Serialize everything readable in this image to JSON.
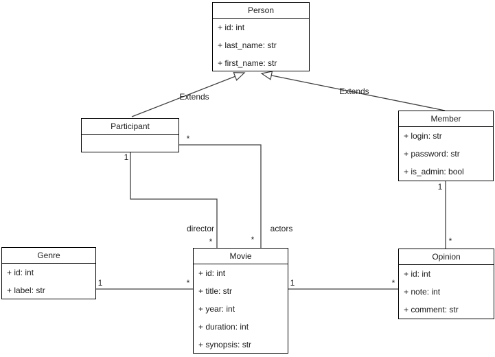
{
  "diagram": {
    "classes": {
      "person": {
        "title": "Person",
        "attributes": [
          "+ id: int",
          "+ last_name: str",
          "+ first_name: str"
        ]
      },
      "participant": {
        "title": "Participant",
        "attributes": []
      },
      "member": {
        "title": "Member",
        "attributes": [
          "+ login: str",
          "+ password: str",
          "+ is_admin: bool"
        ]
      },
      "genre": {
        "title": "Genre",
        "attributes": [
          "+ id: int",
          "+ label: str"
        ]
      },
      "movie": {
        "title": "Movie",
        "attributes": [
          "+ id: int",
          "+ title: str",
          "+ year: int",
          "+ duration: int",
          "+ synopsis: str"
        ]
      },
      "opinion": {
        "title": "Opinion",
        "attributes": [
          "+ id: int",
          "+ note: int",
          "+ comment: str"
        ]
      }
    },
    "relations": {
      "extends_participant": {
        "label": "Extends"
      },
      "extends_member": {
        "label": "Extends"
      },
      "director": {
        "label": "director",
        "participant_mult": "1",
        "movie_mult": "*"
      },
      "actors": {
        "label": "actors",
        "participant_mult": "*",
        "movie_mult": "*"
      },
      "genre_movie": {
        "genre_mult": "1",
        "movie_mult": "*"
      },
      "movie_opinion": {
        "movie_mult": "1",
        "opinion_mult": "*"
      },
      "member_opinion": {
        "member_mult": "1",
        "opinion_mult": "*"
      }
    },
    "colors": {
      "background": "#ffffff",
      "box_border": "#000000",
      "box_fill": "#ffffff",
      "connector": "#404040",
      "text": "#1a1a1a"
    }
  }
}
